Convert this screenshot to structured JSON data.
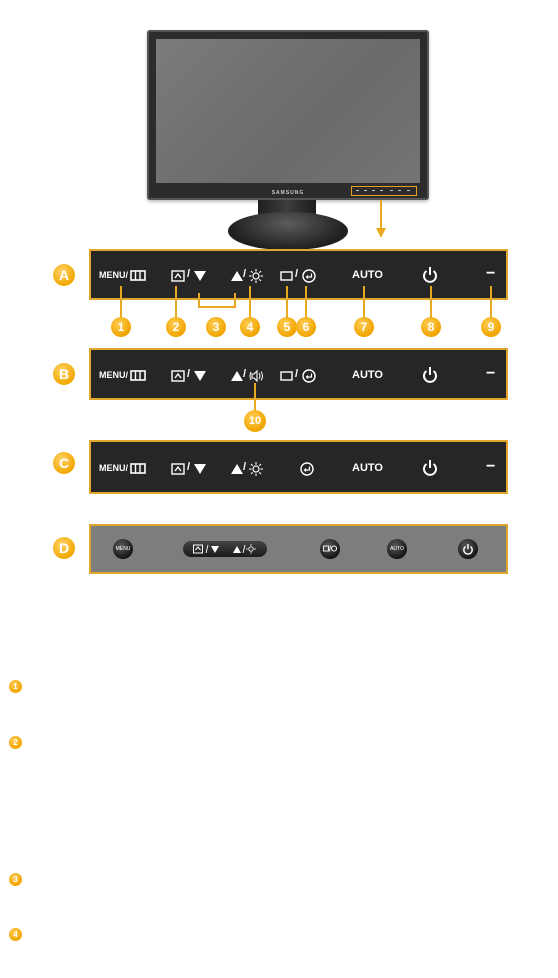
{
  "monitor": {
    "brand": "SAMSUNG"
  },
  "rows": {
    "A": "A",
    "B": "B",
    "C": "C",
    "D": "D"
  },
  "panel_labels": {
    "menu": "MENU/",
    "slash": "/",
    "auto": "AUTO",
    "minus": "−"
  },
  "panelD": {
    "menu": "MENU",
    "auto": "AUTO"
  },
  "callouts": {
    "n1": "1",
    "n2": "2",
    "n3": "3",
    "n4": "4",
    "n5": "5",
    "n6": "6",
    "n7": "7",
    "n8": "8",
    "n9": "9",
    "n10": "10"
  },
  "list_markers": [
    "1",
    "2",
    "3",
    "4"
  ],
  "colors": {
    "accent": "#e9a822",
    "panel_dark": "#262626",
    "panel_light": "#7d7d7d"
  }
}
